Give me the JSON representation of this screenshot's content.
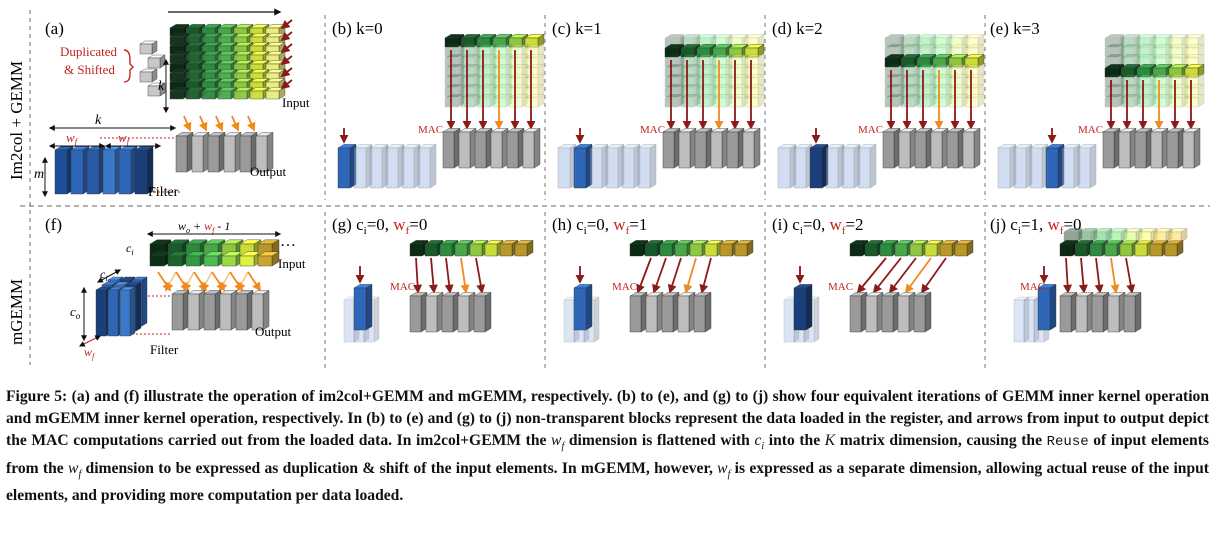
{
  "rows": [
    {
      "label": "Im2col + GEMM"
    },
    {
      "label": "mGEMM"
    }
  ],
  "panels_top": [
    {
      "id": "(a)",
      "title": ""
    },
    {
      "id": "(b)",
      "title": "k=0"
    },
    {
      "id": "(c)",
      "title": "k=1"
    },
    {
      "id": "(d)",
      "title": "k=2"
    },
    {
      "id": "(e)",
      "title": "k=3"
    }
  ],
  "panels_bottom": [
    {
      "id": "(f)",
      "title": ""
    },
    {
      "id": "(g)",
      "title_a": "c",
      "sub_a": "i",
      "val_a": "=0, ",
      "title_b": "w",
      "sub_b": "f",
      "val_b": "=0"
    },
    {
      "id": "(h)",
      "title_a": "c",
      "sub_a": "i",
      "val_a": "=0, ",
      "title_b": "w",
      "sub_b": "f",
      "val_b": "=1"
    },
    {
      "id": "(i)",
      "title_a": "c",
      "sub_a": "i",
      "val_a": "=0, ",
      "title_b": "w",
      "sub_b": "f",
      "val_b": "=2"
    },
    {
      "id": "(j)",
      "title_a": "c",
      "sub_a": "i",
      "val_a": "=1, ",
      "title_b": "w",
      "sub_b": "f",
      "val_b": "=0"
    }
  ],
  "labels": {
    "duplicated": "Duplicated",
    "shifted": "& Shifted",
    "k": "k",
    "wf": "w",
    "wf_sub": "f",
    "m": "m",
    "filter": "Filter",
    "input": "Input",
    "output": "Output",
    "mac": "MAC",
    "ci": "c",
    "ci_sub": "i",
    "co": "c",
    "co_sub": "o",
    "span_wo": "w",
    "span_wo_sub": "o",
    "span_plus": " + ",
    "span_wf": "w",
    "span_wf_sub": "f",
    "span_tail": " - 1",
    "ellipsis": "…"
  },
  "colors": {
    "filter_blue": "#2f67b8",
    "filter_dark": "#1a3f7a",
    "output_gray": "#a8a8a8",
    "mac_arrow": "#8b1a1a",
    "orange_arrow": "#f08a1c",
    "red_label": "#c0251d",
    "input_greens": [
      "#0b2a14",
      "#1a5a2a",
      "#2d8a3e",
      "#4aa84a",
      "#8ec63f",
      "#c9dd3a",
      "#b8962a"
    ]
  },
  "caption": {
    "p1": "Figure 5: (a) and (f) illustrate the operation of im2col+GEMM and mGEMM, respectively. (b) to (e), and (g) to (j) show four equivalent iterations of GEMM inner kernel operation and mGEMM inner kernel operation, respectively. In (b) to (e) and (g) to (j) non-transparent blocks represent the data loaded in the register, and arrows from input to output depict the MAC computations carried out from the loaded data. In im2col+GEMM the ",
    "wf1": "w",
    "wf1_sub": "f",
    "p2": " dimension is flattened with ",
    "ci": "c",
    "ci_sub": "i",
    "p3": " into the ",
    "K": "K",
    "p4": " matrix dimension, causing the ",
    "reuse": "Reuse",
    "p5": " of input elements from the ",
    "wf2": "w",
    "wf2_sub": "f",
    "p6": " dimension to be expressed as duplication & shift of the input elements. In mGEMM, however, ",
    "wf3": "w",
    "wf3_sub": "f",
    "p7": " is expressed as a separate dimension, allowing actual reuse of the input elements, and providing more computation per data loaded."
  }
}
